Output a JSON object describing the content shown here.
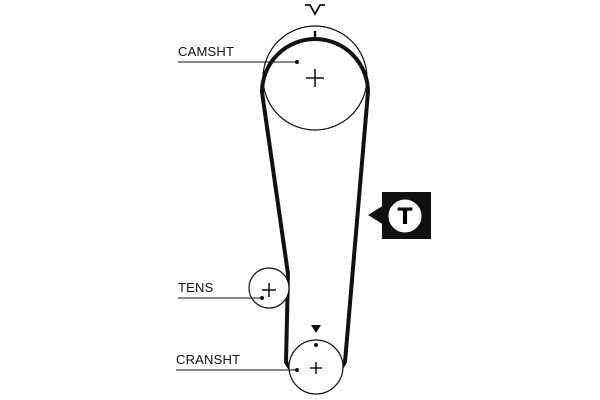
{
  "labels": {
    "camshaft": "CAMSHT",
    "tensioner": "TENS",
    "crankshaft": "CRANSHT"
  },
  "tension_badge": {
    "letter": "T"
  },
  "colors": {
    "ink": "#111111",
    "background": "#ffffff"
  },
  "icons": {
    "cam_timing_mark": "v-notch-icon",
    "crank_timing_mark": "triangle-down-icon",
    "tension_badge_arrow": "arrow-left-icon"
  }
}
